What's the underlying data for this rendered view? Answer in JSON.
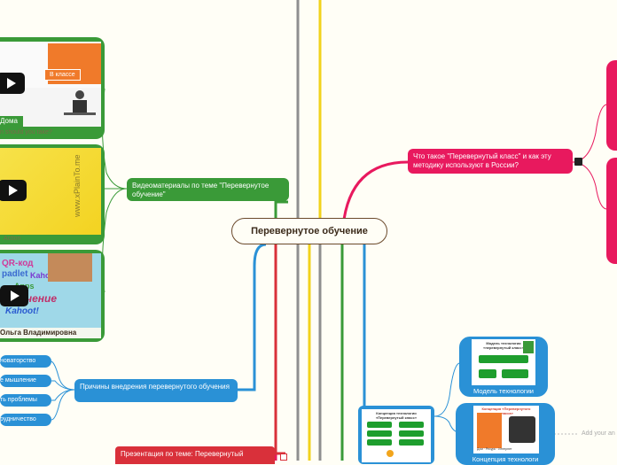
{
  "center": {
    "title": "Перевернутое обучение"
  },
  "branches": {
    "videos": {
      "label": "Видеоматериалы по теме \"Перевернутое обучение\""
    },
    "what": {
      "label": "Что такое \"Перевернутый класс\" и как эту методику используют в России?"
    },
    "reasons": {
      "label": "Причины внедрения перевернутого обучения"
    },
    "presentation": {
      "label": "Презентация по теме: Перевернутый"
    }
  },
  "videos": [
    {
      "caption": "n should you take?",
      "tag_class": "В классе",
      "tag_home": "Дома"
    },
    {
      "caption": "Action",
      "watermark": "www.xPlainTo.me"
    },
    {
      "caption": "Ольга Владимировна",
      "words": [
        "QR-код",
        "padlet",
        "Kahoot!",
        "Apps",
        "обучение",
        "Kahoot!"
      ]
    }
  ],
  "reasons": [
    "новаторство",
    "е мышление",
    "ть проблемы",
    "рудничество"
  ],
  "images": {
    "model": {
      "caption": "Модель технологии",
      "title": "Модель технологии «перевернутый класс»"
    },
    "concept": {
      "caption": "Концепция технологи",
      "title": "Концепция «Перевернутого класса»",
      "sub": "Дом · Ресурс · Интернет"
    },
    "small_title": "Концепция технологии «Перевернутый класс»"
  },
  "hint": "Add your an",
  "colors": {
    "green": "#3a9a38",
    "pink": "#e8195e",
    "blue": "#2a91d6",
    "red": "#d9303a",
    "gray": "#8f8f8f",
    "yellow": "#f2d21c",
    "center_border": "#6b4a2c"
  }
}
